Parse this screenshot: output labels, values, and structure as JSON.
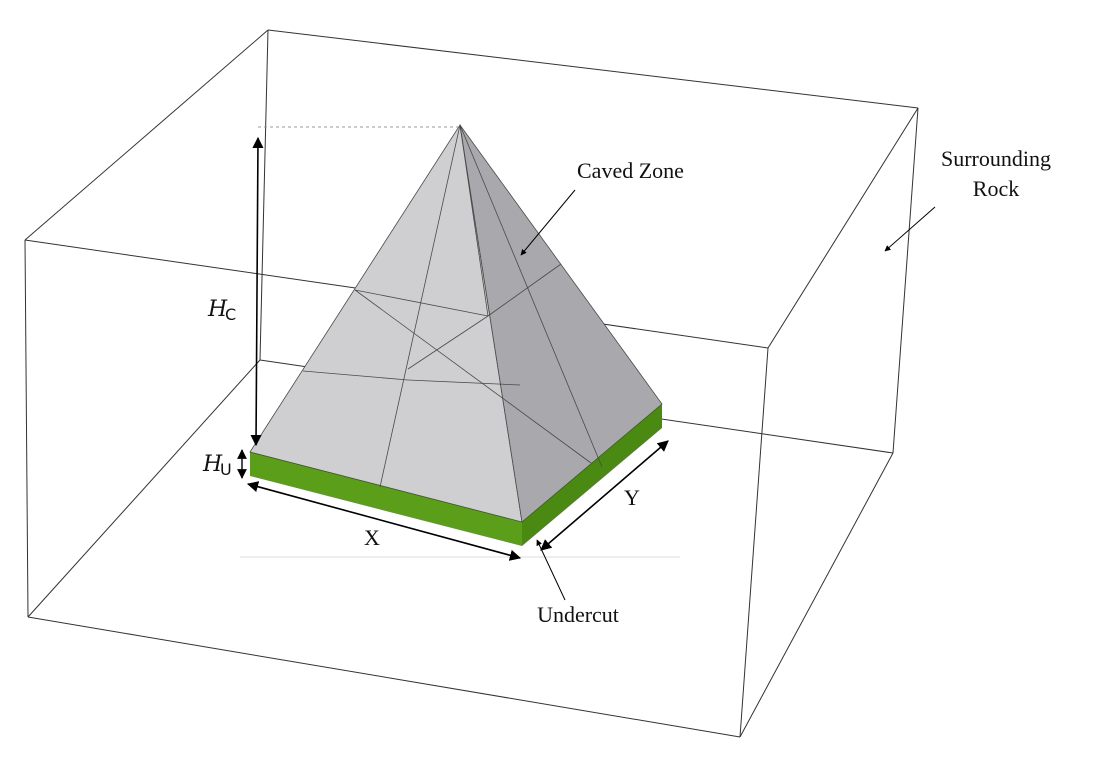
{
  "labels": {
    "caved_zone": "Caved Zone",
    "surrounding_rock_line1": "Surrounding",
    "surrounding_rock_line2": "Rock",
    "undercut": "Undercut",
    "x": "X",
    "y": "Y",
    "hc_main": "H",
    "hc_sub": "C",
    "hu_main": "H",
    "hu_sub": "U"
  },
  "colors": {
    "box_edge": "#333333",
    "pyramid_left_face": "#c9c9cc",
    "pyramid_front_face": "#cfcfd1",
    "pyramid_right_face": "#a9a9ad",
    "undercut_green": "#5a9e1a",
    "undercut_green_dark": "#4b8a12"
  }
}
